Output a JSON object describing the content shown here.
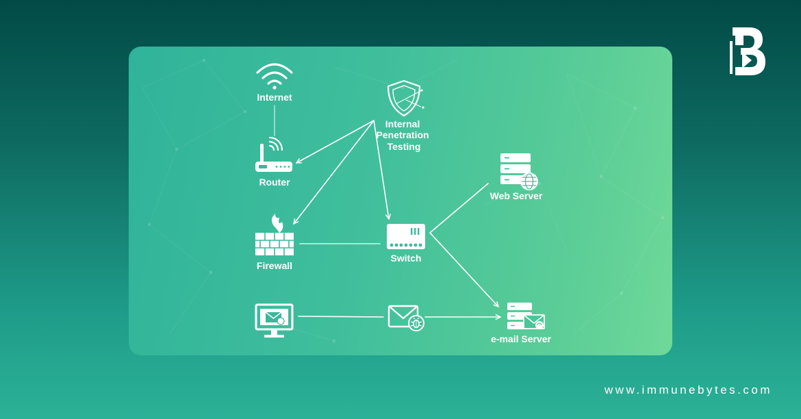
{
  "brand": {
    "logo_icon": "immunebytes-logo-icon",
    "website": "www.immunebytes.com"
  },
  "diagram": {
    "nodes": {
      "internet": {
        "label": "Internet",
        "icon": "wifi-icon"
      },
      "router": {
        "label": "Router",
        "icon": "router-icon"
      },
      "firewall": {
        "label": "Firewall",
        "icon": "firewall-icon"
      },
      "pentest": {
        "label_lines": [
          "Internal",
          "Penetration",
          "Testing"
        ],
        "icon": "shield-icon"
      },
      "switch": {
        "label": "Switch",
        "icon": "switch-icon"
      },
      "web_server": {
        "label": "Web Server",
        "icon": "server-globe-icon"
      },
      "email_server": {
        "label": "e-mail Server",
        "icon": "server-mail-icon"
      },
      "computer": {
        "icon": "computer-mail-icon"
      },
      "email": {
        "icon": "envelope-bug-icon"
      }
    },
    "edges": [
      {
        "from": "internet",
        "to": "router",
        "arrow": false
      },
      {
        "from": "pentest",
        "to": "router",
        "arrow": true
      },
      {
        "from": "pentest",
        "to": "firewall",
        "arrow": true
      },
      {
        "from": "pentest",
        "to": "switch",
        "arrow": true
      },
      {
        "from": "firewall",
        "to": "switch",
        "arrow": false
      },
      {
        "from": "switch",
        "to": "web_server",
        "arrow": false
      },
      {
        "from": "switch",
        "to": "email_server",
        "arrow": true
      },
      {
        "from": "computer",
        "to": "email",
        "arrow": false
      },
      {
        "from": "email",
        "to": "email_server",
        "arrow": true
      }
    ]
  },
  "colors": {
    "bg_dark": "#024a46",
    "bg_light": "#2bb196",
    "card_left": "#2fb39a",
    "card_right": "#6fd999",
    "line": "#ffffff"
  }
}
